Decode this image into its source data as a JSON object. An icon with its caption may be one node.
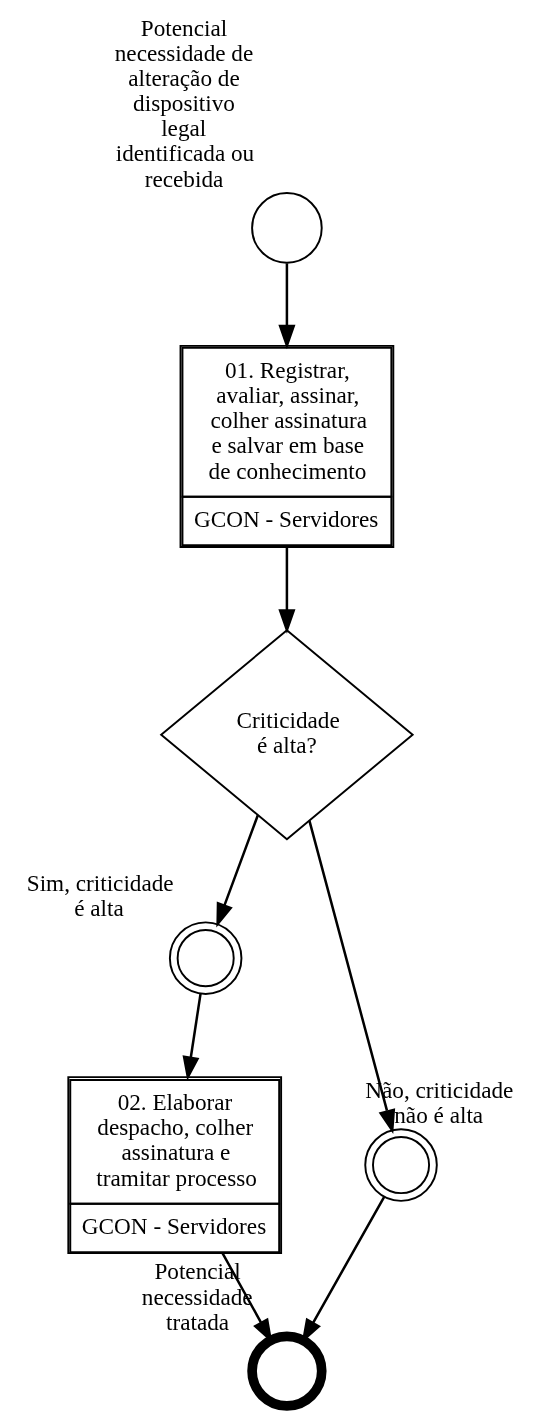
{
  "diagram": {
    "nodes": [
      {
        "text": [],
        "shape": "circle",
        "beside": [
          "Potencial necessidade de alteração de dispositivo legal identificada ou recebida"
        ]
      },
      {
        "text": [
          "01. Registrar, avaliar, assinar, colher assinatura e salvar em base de conhecimento",
          "GCON - Servidores"
        ]
      },
      {
        "text": [
          "Criticidade é alta?"
        ]
      },
      {
        "text": [],
        "shape": "doublecircle",
        "beside": [
          "Sim, criticidade é alta"
        ]
      },
      {
        "text": [
          "02. Elaborar despacho, colher assinatura e tramitar processo",
          "GCON - Servidores"
        ]
      },
      {
        "text": [],
        "shape": "doublecircle",
        "beside": [
          "Não, criticidade não é alta"
        ]
      },
      {
        "text": [],
        "shape": "ring",
        "beside": [
          "Potencial necessidade tratada"
        ]
      }
    ],
    "edges": [
      {
        "from": 0,
        "to": 1,
        "arrow": "to"
      },
      {
        "from": 1,
        "to": 2,
        "arrow": "to"
      },
      {
        "from": 2,
        "to": 3,
        "arrow": "to"
      },
      {
        "from": 3,
        "to": 4,
        "arrow": "to"
      },
      {
        "from": 2,
        "to": 5,
        "arrow": "to"
      },
      {
        "from": 4,
        "to": 6,
        "arrow": "to"
      },
      {
        "from": 5,
        "to": 6,
        "arrow": "to"
      }
    ]
  }
}
